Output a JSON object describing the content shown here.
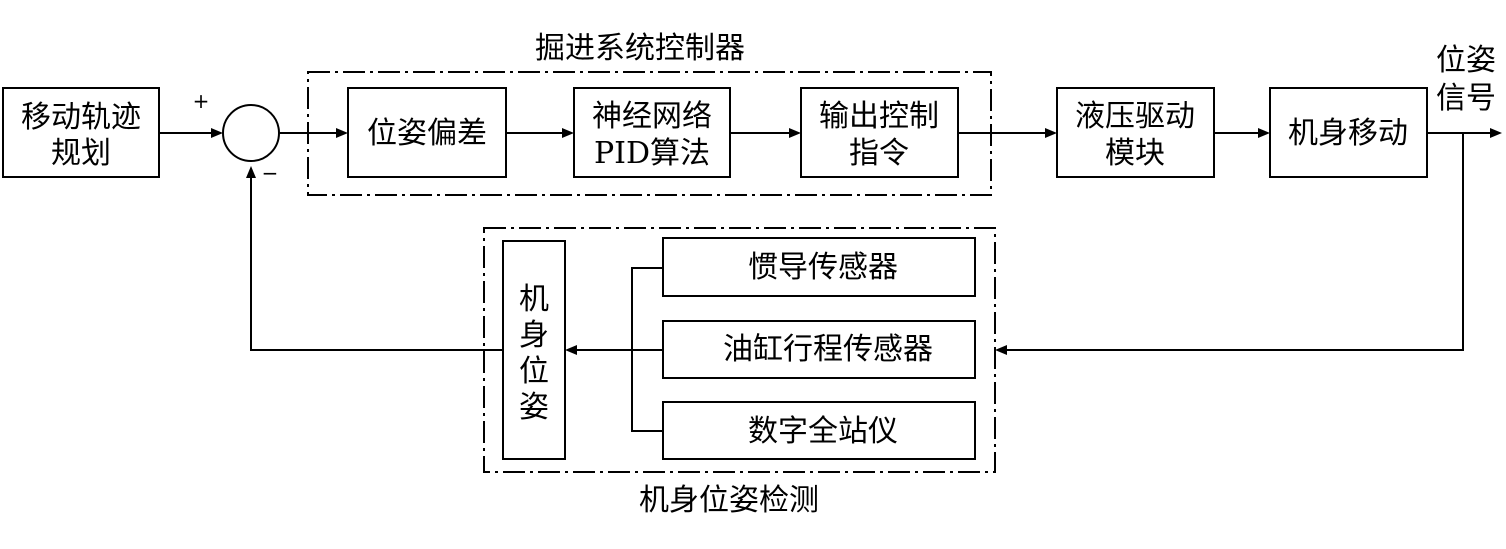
{
  "blocks": {
    "trajectory": {
      "line1": "移动轨迹",
      "line2": "规划"
    },
    "pose_error": {
      "label": "位姿偏差"
    },
    "neural_pid": {
      "line1": "神经网络",
      "line2": "PID算法"
    },
    "control_cmd": {
      "line1": "输出控制",
      "line2": "指令"
    },
    "hydraulic": {
      "line1": "液压驱动",
      "line2": "模块"
    },
    "body_move": {
      "label": "机身移动"
    },
    "body_pose": {
      "c1": "机",
      "c2": "身",
      "c3": "位",
      "c4": "姿"
    },
    "inertial": {
      "label": "惯导传感器"
    },
    "cylinder": {
      "label": "油缸行程传感器"
    },
    "total_station": {
      "label": "数字全站仪"
    }
  },
  "groups": {
    "controller": {
      "label": "掘进系统控制器"
    },
    "detection": {
      "label": "机身位姿检测"
    }
  },
  "signals": {
    "output": {
      "line1": "位姿",
      "line2": "信号"
    },
    "plus": "+",
    "minus": "−"
  }
}
